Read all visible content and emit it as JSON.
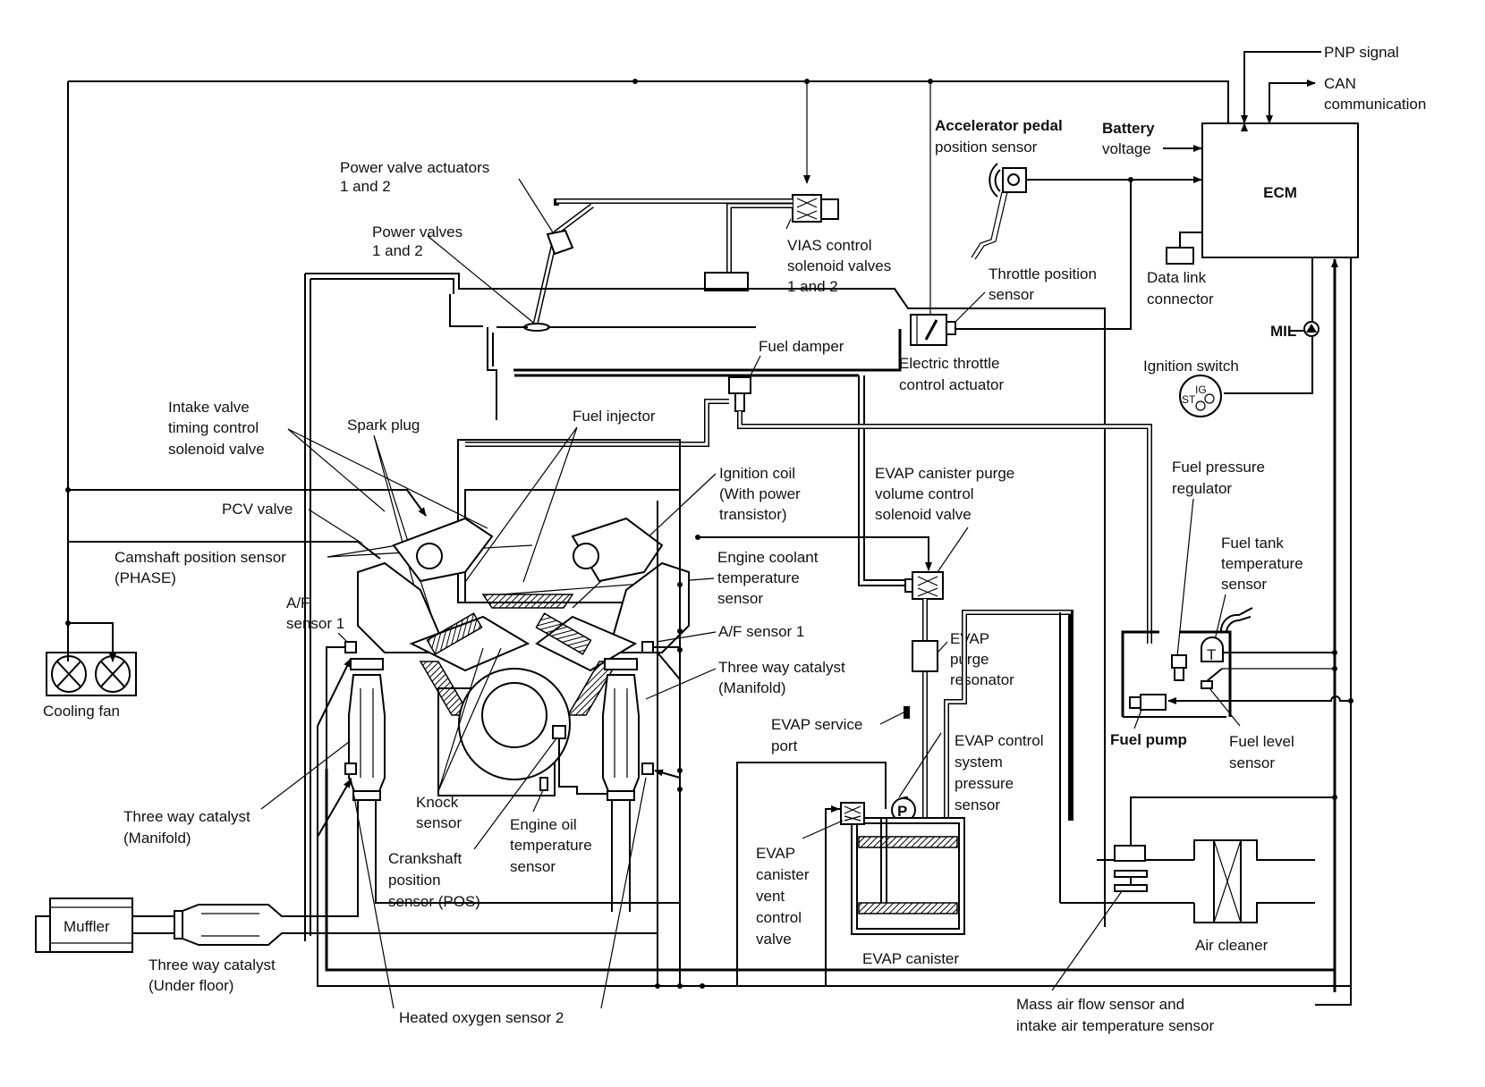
{
  "title": "Engine Control System Diagram",
  "ecm": {
    "label": "ECM",
    "inputs": {
      "pnp": "PNP signal",
      "can_line1": "CAN",
      "can_line2": "communication",
      "battery_line1": "Battery",
      "battery_line2": "voltage"
    }
  },
  "labels": {
    "accel_pedal": [
      "Accelerator pedal",
      "position sensor"
    ],
    "power_valve_actuators": [
      "Power valve actuators",
      "1 and 2"
    ],
    "power_valves": [
      "Power valves",
      "1 and 2"
    ],
    "vias": [
      "VIAS control",
      "solenoid valves",
      "1 and 2"
    ],
    "throttle_pos": [
      "Throttle position",
      "sensor"
    ],
    "data_link": [
      "Data link",
      "connector"
    ],
    "mil": "MIL",
    "fuel_damper": "Fuel damper",
    "electric_throttle": [
      "Electric throttle",
      "control actuator"
    ],
    "ignition_switch": "Ignition switch",
    "ignition_switch_ig": "IG",
    "ignition_switch_st": "ST",
    "intake_valve": [
      "Intake valve",
      "timing control",
      "solenoid valve"
    ],
    "spark_plug": "Spark plug",
    "fuel_injector": "Fuel injector",
    "ignition_coil": [
      "Ignition coil",
      "(With power",
      "transistor)"
    ],
    "evap_purge": [
      "EVAP canister purge",
      "volume control",
      "solenoid valve"
    ],
    "fuel_pressure_reg": [
      "Fuel pressure",
      "regulator"
    ],
    "pcv": "PCV valve",
    "camshaft": [
      "Camshaft position sensor",
      "(PHASE)"
    ],
    "coolant_temp": [
      "Engine coolant",
      "temperature",
      "sensor"
    ],
    "fuel_tank_temp": [
      "Fuel tank",
      "temperature",
      "sensor"
    ],
    "af_left": [
      "A/F",
      "sensor 1"
    ],
    "af_right": "A/F sensor 1",
    "twc_right": [
      "Three way catalyst",
      "(Manifold)"
    ],
    "evap_resonator": [
      "EVAP",
      "purge",
      "resonator"
    ],
    "cooling_fan": "Cooling fan",
    "evap_service": [
      "EVAP service",
      "port"
    ],
    "evap_pressure": [
      "EVAP control",
      "system",
      "pressure",
      "sensor"
    ],
    "fuel_pump": "Fuel pump",
    "fuel_level": [
      "Fuel level",
      "sensor"
    ],
    "fuel_tank_t": "T",
    "evap_p": "P",
    "knock": [
      "Knock",
      "sensor"
    ],
    "oil_temp": [
      "Engine oil",
      "temperature",
      "sensor"
    ],
    "twc_left": [
      "Three way catalyst",
      "(Manifold)"
    ],
    "crankshaft": [
      "Crankshaft",
      "position",
      "sensor (POS)"
    ],
    "evap_vent": [
      "EVAP",
      "canister",
      "vent",
      "control",
      "valve"
    ],
    "evap_canister": "EVAP canister",
    "air_cleaner": "Air cleaner",
    "muffler": "Muffler",
    "twc_underfloor": [
      "Three way catalyst",
      "(Under floor)"
    ],
    "ho2s2": "Heated oxygen sensor 2",
    "maf": [
      "Mass air flow sensor and",
      "intake air temperature sensor"
    ]
  }
}
